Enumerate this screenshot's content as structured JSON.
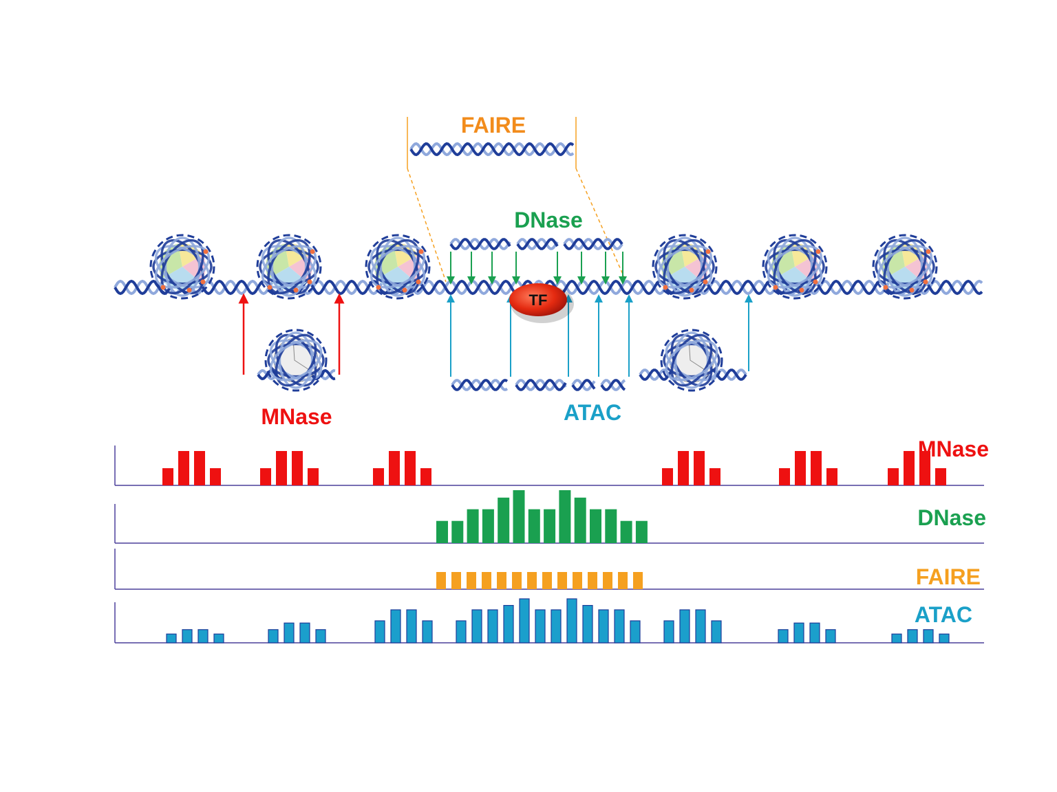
{
  "colors": {
    "mnase": "#ee1111",
    "dnase": "#1aa050",
    "faire": "#f5a020",
    "faire_title": "#f28c1c",
    "atac": "#1aa0c8",
    "atac_bar": "#1b9fcc",
    "dna_dark": "#1f3d99",
    "dna_light": "#8fa8dc",
    "axis": "#4a3f9a",
    "tf": "#e42a10"
  },
  "labels": {
    "faire_title": "FAIRE",
    "dnase_title": "DNase",
    "mnase_title": "MNase",
    "atac_title": "ATAC",
    "tf": "TF"
  },
  "tracks": [
    {
      "key": "mnase",
      "label": "MNase",
      "color_key": "mnase",
      "groups": [
        [
          0.5,
          1,
          1,
          0.5
        ],
        [
          0.5,
          1,
          1,
          0.5
        ],
        [
          0.5,
          1,
          1,
          0.5
        ],
        [
          0.5,
          1,
          1,
          0.5
        ],
        [
          0.5,
          1,
          1,
          0.5
        ],
        [
          0.5,
          1,
          1,
          0.5
        ]
      ]
    },
    {
      "key": "dnase",
      "label": "DNase",
      "color_key": "dnase",
      "groups": [
        [
          0.42,
          0.42,
          0.64,
          0.64,
          0.86,
          1,
          0.64,
          0.64,
          1,
          0.86,
          0.64,
          0.64,
          0.42,
          0.42
        ]
      ]
    },
    {
      "key": "faire",
      "label": "FAIRE",
      "color_key": "faire",
      "groups": [
        [
          1,
          1,
          1,
          1,
          1,
          1,
          1,
          1,
          1,
          1,
          1,
          1,
          1,
          1
        ]
      ]
    },
    {
      "key": "atac",
      "label": "ATAC",
      "color_key": "atac",
      "groups": [
        [
          0.2,
          0.3,
          0.3,
          0.2
        ],
        [
          0.3,
          0.45,
          0.45,
          0.3
        ],
        [
          0.5,
          0.75,
          0.75,
          0.5
        ],
        [
          0.5,
          0.75,
          0.75,
          0.85,
          1,
          0.75,
          0.75,
          1,
          0.85,
          0.75,
          0.75,
          0.5
        ],
        [
          0.5,
          0.75,
          0.75,
          0.5
        ],
        [
          0.3,
          0.45,
          0.45,
          0.3
        ],
        [
          0.2,
          0.3,
          0.3,
          0.2
        ]
      ]
    }
  ]
}
